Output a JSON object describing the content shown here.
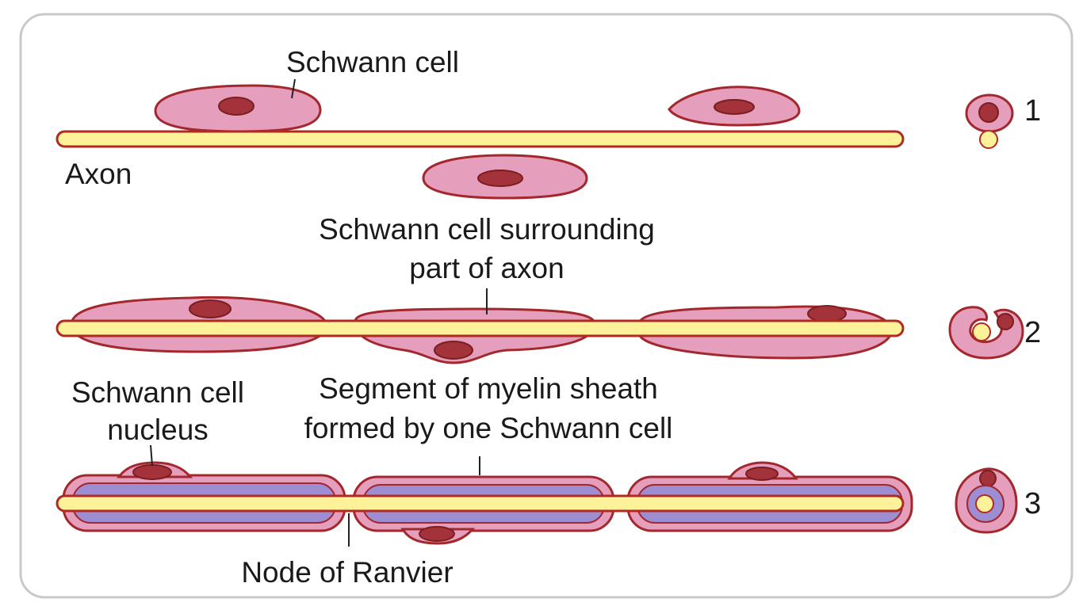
{
  "labels": {
    "schwann_cell": "Schwann cell",
    "axon": "Axon",
    "surrounding_line1": "Schwann cell surrounding",
    "surrounding_line2": "part of axon",
    "nucleus_line1": "Schwann cell",
    "nucleus_line2": "nucleus",
    "segment_line1": "Segment of myelin sheath",
    "segment_line2": "formed by one Schwann cell",
    "node": "Node of Ranvier"
  },
  "stages": [
    "1",
    "2",
    "3"
  ],
  "colors": {
    "frame": "#c9c9c9",
    "cell_fill": "#e59fbd",
    "cell_stroke": "#a3282d",
    "nucleus_fill": "#a3323a",
    "axon_fill": "#fdf29a",
    "axon_stroke": "#b12a22",
    "myelin_fill": "#9d8ed4"
  }
}
